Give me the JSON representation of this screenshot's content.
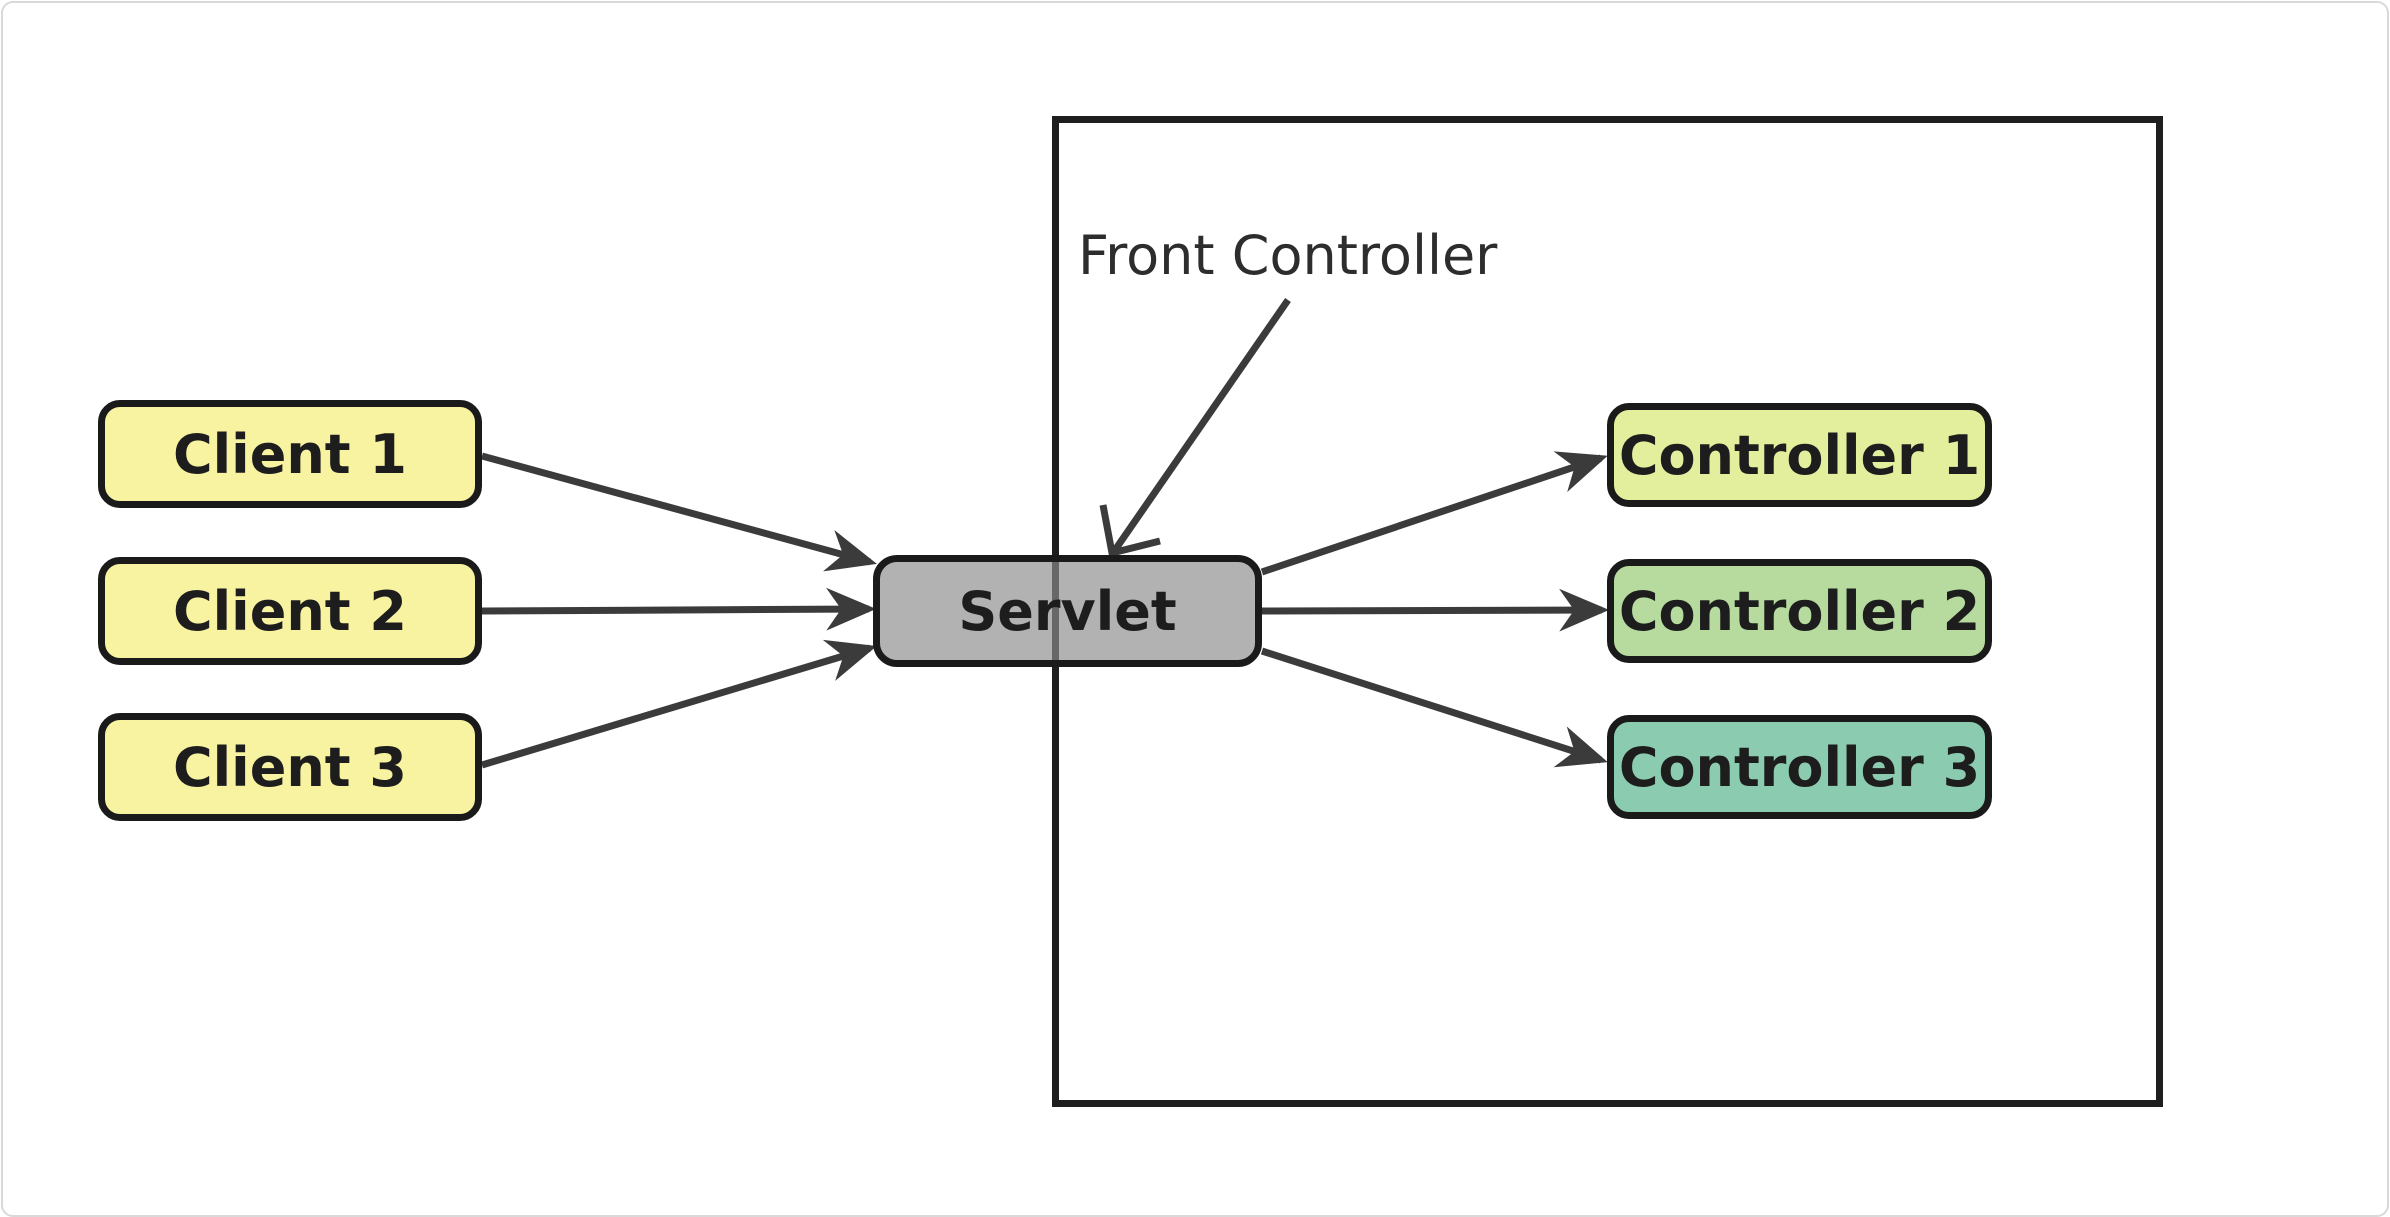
{
  "container": {
    "label": "Front Controller"
  },
  "nodes": {
    "clients": [
      {
        "label": "Client 1",
        "fill": "#F8F3A1"
      },
      {
        "label": "Client 2",
        "fill": "#F8F3A1"
      },
      {
        "label": "Client 3",
        "fill": "#F8F3A1"
      }
    ],
    "servlet": {
      "label": "Servlet",
      "fill": "#B5B5B5"
    },
    "controllers": [
      {
        "label": "Controller 1",
        "fill": "#E4EF9D"
      },
      {
        "label": "Controller 2",
        "fill": "#B7DB9F"
      },
      {
        "label": "Controller 3",
        "fill": "#8BCCB0"
      }
    ]
  },
  "edges": [
    {
      "from": "Client 1",
      "to": "Servlet",
      "style": "filled-arrow"
    },
    {
      "from": "Client 2",
      "to": "Servlet",
      "style": "filled-arrow"
    },
    {
      "from": "Client 3",
      "to": "Servlet",
      "style": "filled-arrow"
    },
    {
      "from": "Servlet",
      "to": "Controller 1",
      "style": "filled-arrow"
    },
    {
      "from": "Servlet",
      "to": "Controller 2",
      "style": "filled-arrow"
    },
    {
      "from": "Servlet",
      "to": "Controller 3",
      "style": "filled-arrow"
    },
    {
      "from": "Front Controller",
      "to": "Servlet",
      "style": "open-arrow-annotation"
    }
  ],
  "colors": {
    "background": "#FFFFFF",
    "frame": "#D9D9D9",
    "node_border": "#1A1A1A",
    "boundary_border": "#1E1E1E",
    "arrow": "#3B3B3B",
    "label_text": "#2D2D2D",
    "node_text": "#1D1D1D"
  }
}
